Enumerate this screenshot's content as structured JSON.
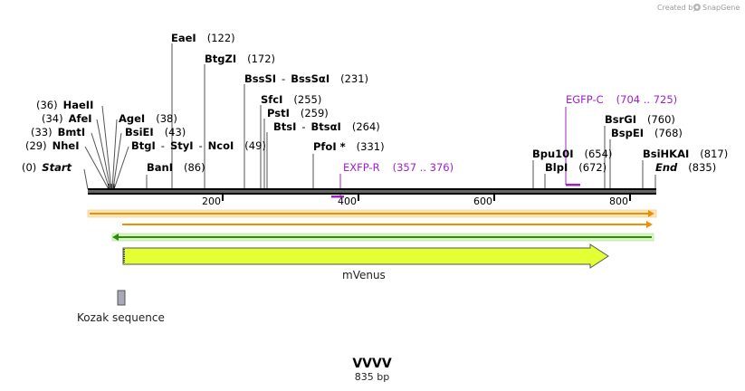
{
  "brand": {
    "created_by": "Created by",
    "name": "SnapGene"
  },
  "sequence": {
    "name": "VVVV",
    "length_label": "835 bp"
  },
  "ruler": {
    "ticks": [
      "200",
      "400",
      "600",
      "800"
    ]
  },
  "sites": {
    "start": {
      "pos": "(0)",
      "name": "Start"
    },
    "nhei": {
      "pos": "(29)",
      "name": "NheI"
    },
    "bmti": {
      "pos": "(33)",
      "name": "BmtI"
    },
    "afei": {
      "pos": "(34)",
      "name": "AfeI"
    },
    "haeii": {
      "pos": "(36)",
      "name": "HaeII"
    },
    "agei": {
      "name": "AgeI",
      "pos": "(38)"
    },
    "bsiei": {
      "name": "BsiEI",
      "pos": "(43)"
    },
    "btgi_styi_ncoi": {
      "name1": "BtgI",
      "sep1": "-",
      "name2": "StyI",
      "sep2": "-",
      "name3": "NcoI",
      "pos": "(49)"
    },
    "bani": {
      "name": "BanI",
      "pos": "(86)"
    },
    "eaei": {
      "name": "EaeI",
      "pos": "(122)"
    },
    "btgzi": {
      "name": "BtgZI",
      "pos": "(172)"
    },
    "bsssi": {
      "name1": "BssSI",
      "sep": "-",
      "name2": "BssSαI",
      "pos": "(231)"
    },
    "sfci": {
      "name": "SfcI",
      "pos": "(255)"
    },
    "psti": {
      "name": "PstI",
      "pos": "(259)"
    },
    "btsi": {
      "name1": "BtsI",
      "sep": "-",
      "name2": "BtsαI",
      "pos": "(264)"
    },
    "pfoi": {
      "name": "PfoI *",
      "pos": "(331)"
    },
    "bpu10i": {
      "name": "Bpu10I",
      "pos": "(654)"
    },
    "blpi": {
      "name": "BlpI",
      "pos": "(672)"
    },
    "bsrgi": {
      "name": "BsrGI",
      "pos": "(760)"
    },
    "bspei": {
      "name": "BspEI",
      "pos": "(768)"
    },
    "bsihkai": {
      "name": "BsiHKAI",
      "pos": "(817)"
    },
    "end": {
      "name": "End",
      "pos": "(835)"
    }
  },
  "primers": {
    "exfp_r": {
      "name": "EXFP-R",
      "range": "(357 .. 376)"
    },
    "egfp_c": {
      "name": "EGFP-C",
      "range": "(704 .. 725)"
    }
  },
  "features": {
    "mvenus": "mVenus",
    "kozak": "Kozak sequence"
  },
  "colors": {
    "primer": "#a020c8",
    "mvenus_fill": "#e4ff33",
    "orange_arrow": "#f09000",
    "orange_band": "#fde9c0",
    "green_arrow": "#2e8b10",
    "green_band": "#d9f7bf",
    "kozak_fill": "#a8a8b8"
  }
}
